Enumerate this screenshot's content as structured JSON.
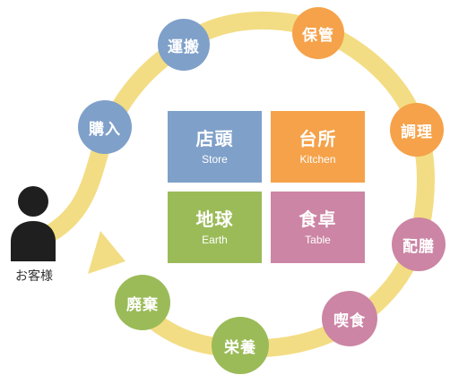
{
  "cycle": {
    "nodes": [
      {
        "label": "運搬",
        "color": "blue"
      },
      {
        "label": "保管",
        "color": "orange"
      },
      {
        "label": "購入",
        "color": "blue"
      },
      {
        "label": "調理",
        "color": "orange"
      },
      {
        "label": "配膳",
        "color": "pink"
      },
      {
        "label": "喫食",
        "color": "pink"
      },
      {
        "label": "栄養",
        "color": "green"
      },
      {
        "label": "廃棄",
        "color": "green"
      }
    ]
  },
  "center": {
    "tiles": [
      {
        "jp": "店頭",
        "en": "Store",
        "color": "#7fa0c9"
      },
      {
        "jp": "台所",
        "en": "Kitchen",
        "color": "#f5a24a"
      },
      {
        "jp": "地球",
        "en": "Earth",
        "color": "#9bbb59"
      },
      {
        "jp": "食卓",
        "en": "Table",
        "color": "#cc85a4"
      }
    ]
  },
  "customer": {
    "label": "お客様",
    "icon": "person-icon"
  },
  "colors": {
    "ring": "#f3dd84",
    "blue": "#7fa0c9",
    "orange": "#f5a24a",
    "pink": "#cc85a4",
    "green": "#9bbb59"
  }
}
